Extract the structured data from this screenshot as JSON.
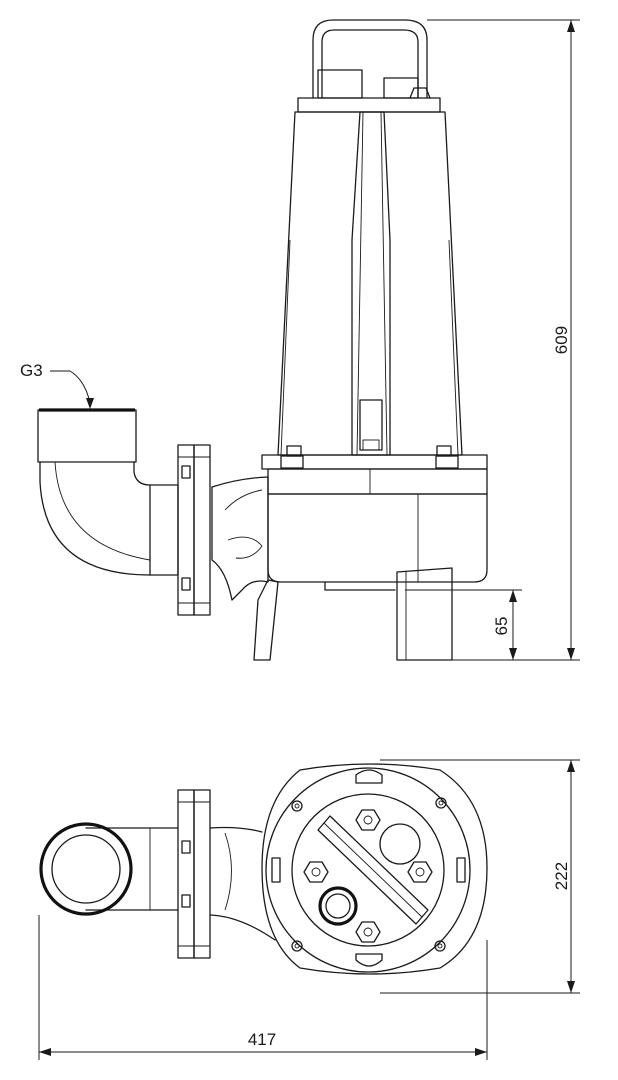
{
  "dimensions": {
    "overall_height": "609",
    "foot_height": "65",
    "base_depth": "222",
    "overall_length": "417"
  },
  "labels": {
    "outlet_thread": "G3"
  }
}
